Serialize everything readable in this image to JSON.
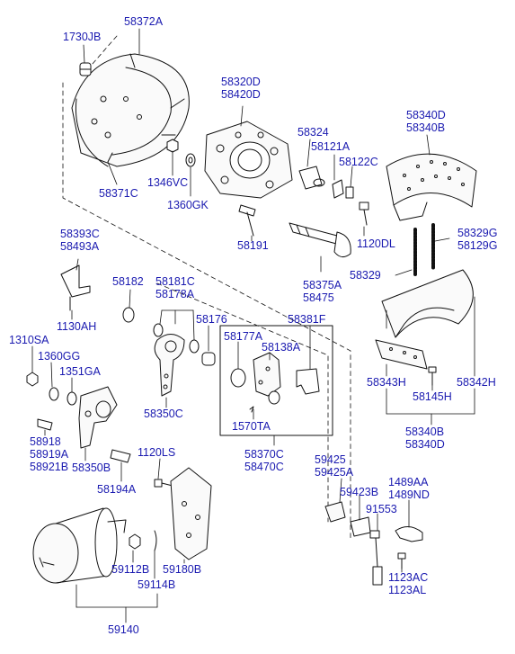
{
  "diagram": {
    "labels": {
      "p1730JB": "1730JB",
      "p58372A": "58372A",
      "p58371C": "58371C",
      "p1346VC": "1346VC",
      "p1360GK": "1360GK",
      "p58320D": "58320D",
      "p58420D": "58420D",
      "p58324": "58324",
      "p58121A": "58121A",
      "p58122C": "58122C",
      "p58340D_top": "58340D",
      "p58340B_top": "58340B",
      "p58191": "58191",
      "p1120DL": "1120DL",
      "p58329G": "58329G",
      "p58129G": "58129G",
      "p58329": "58329",
      "p58375A": "58375A",
      "p58475": "58475",
      "p58393C": "58393C",
      "p58493A": "58493A",
      "p1130AH": "1130AH",
      "p58182": "58182",
      "p58181C": "58181C",
      "p58178A": "58178A",
      "p58176": "58176",
      "p58381F": "58381F",
      "p58177A": "58177A",
      "p58138A": "58138A",
      "p1570TA": "1570TA",
      "p58370C": "58370C",
      "p58470C": "58470C",
      "p1310SA": "1310SA",
      "p1360GG": "1360GG",
      "p1351GA": "1351GA",
      "p58350C": "58350C",
      "p58343H": "58343H",
      "p58145H": "58145H",
      "p58342H": "58342H",
      "p58340B_bot": "58340B",
      "p58340D_bot": "58340D",
      "p58918": "58918",
      "p58919A": "58919A",
      "p58921B": "58921B",
      "p58350B": "58350B",
      "p58194A": "58194A",
      "p1120LS": "1120LS",
      "p59425": "59425",
      "p59425A": "59425A",
      "p59423B": "59423B",
      "p91553": "91553",
      "p1489AA": "1489AA",
      "p1489ND": "1489ND",
      "p1123AC": "1123AC",
      "p1123AL": "1123AL",
      "p59112B": "59112B",
      "p59114B": "59114B",
      "p59180B": "59180B",
      "p59140": "59140"
    }
  }
}
